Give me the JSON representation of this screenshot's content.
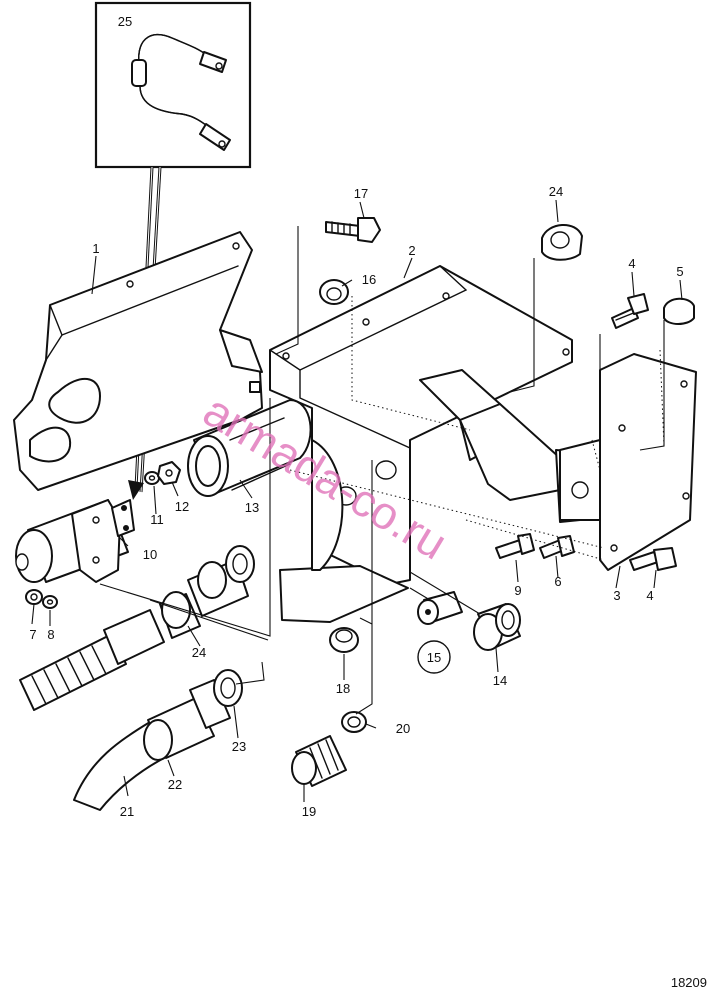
{
  "drawing_number": "18209",
  "watermark": "armada-co.ru",
  "colors": {
    "line": "#111111",
    "background": "#ffffff",
    "watermark": "#e070b8"
  },
  "callouts": {
    "p1": "1",
    "p2": "2",
    "p3": "3",
    "p4a": "4",
    "p4b": "4",
    "p5": "5",
    "p6": "6",
    "p7": "7",
    "p8": "8",
    "p9": "9",
    "p10": "10",
    "p11": "11",
    "p12": "12",
    "p13": "13",
    "p14": "14",
    "p15": "15",
    "p16": "16",
    "p17": "17",
    "p18": "18",
    "p19": "19",
    "p20": "20",
    "p21": "21",
    "p22": "22",
    "p23": "23",
    "p24a": "24",
    "p24b": "24",
    "p25": "25"
  }
}
